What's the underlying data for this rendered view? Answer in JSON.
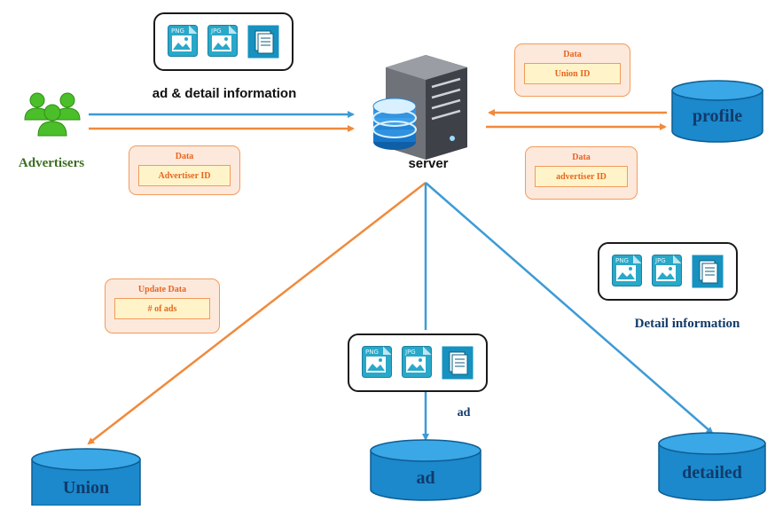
{
  "labels": {
    "ad_detail_info": "ad & detail information",
    "advertisers": "Advertisers",
    "server": "server",
    "detail_information": "Detail information",
    "ad_small": "ad"
  },
  "cards": {
    "advertiser_card": {
      "title": "Data",
      "value": "Advertiser ID"
    },
    "union_id_card": {
      "title": "Data",
      "value": "Union ID"
    },
    "advertiser_id_card_right": {
      "title": "Data",
      "value": "advertiser ID"
    },
    "update_card": {
      "title": "Update Data",
      "value": "# of ads"
    }
  },
  "databases": {
    "profile": "profile",
    "union": "Union",
    "ad": "ad",
    "detailed": "detailed"
  },
  "file_icons": [
    "PNG",
    "JPG",
    "document"
  ],
  "colors": {
    "blue_arrow": "#3c9bd6",
    "orange_arrow": "#f08a3c",
    "cylinder_fill": "#1b89cc",
    "advertisers_text": "#3b6e1f",
    "navy_text": "#113a6b"
  }
}
